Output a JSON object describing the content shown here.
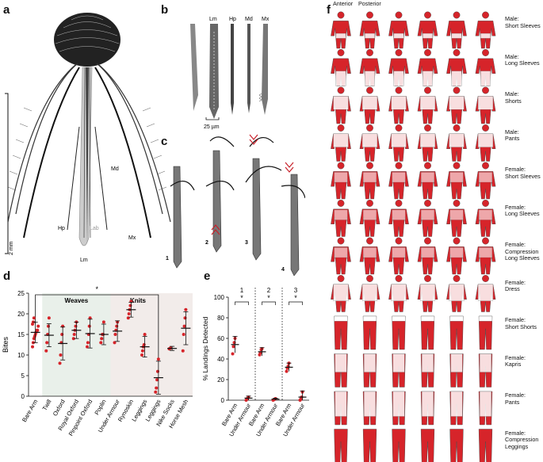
{
  "panels": {
    "a": {
      "letter": "a",
      "labels": {
        "md": "Md",
        "hp": "Hp",
        "lab": "Lab",
        "lm": "Lm",
        "mx": "Mx",
        "scale": "2 mm"
      }
    },
    "b": {
      "letter": "b",
      "labels": [
        "Lm",
        "Hp",
        "Md",
        "Mx"
      ],
      "scale": "25 µm"
    },
    "c": {
      "letter": "c",
      "steps": [
        "1",
        "2",
        "3",
        "4"
      ]
    },
    "d": {
      "letter": "d"
    },
    "e": {
      "letter": "e"
    },
    "f": {
      "letter": "f",
      "header_anterior": "Anterior",
      "header_posterior": "Posterior",
      "rows": [
        "Male:\nShort Sleeves",
        "Male:\nLong Sleeves",
        "Male:\nShorts",
        "Male:\nPants",
        "Female:\nShort Sleeves",
        "Female:\nLong Sleeves",
        "Female:\nCompression\nLong Sleeves",
        "Female:\nDress",
        "Female:\nShort Shorts",
        "Female:\nKapris",
        "Female:\nPants",
        "Female:\nCompression\nLeggings"
      ]
    }
  },
  "chart_data": [
    {
      "type": "scatter",
      "panel": "d",
      "ylabel": "Bites",
      "ylim": [
        0,
        25
      ],
      "yticks": [
        0,
        5,
        10,
        15,
        20,
        25
      ],
      "group_labels": {
        "weaves": "Weaves",
        "knits": "Knits"
      },
      "significance": "*",
      "categories": [
        "Bare Arm",
        "Twill",
        "Oxford",
        "Royal Oxford",
        "Pinpoint Oxford",
        "Poplin",
        "Under Armour",
        "Rynoskin",
        "Leggings",
        "Leggings",
        "Nike Socks",
        "Horse Mesh"
      ],
      "means": [
        15.5,
        14.8,
        12.8,
        16.0,
        15.2,
        15.0,
        15.8,
        21.0,
        12.0,
        4.5,
        11.6,
        16.5
      ],
      "sd": [
        2.5,
        2.8,
        4.0,
        2.0,
        3.5,
        2.5,
        2.5,
        1.8,
        2.5,
        4.0,
        0.5,
        4.0
      ],
      "points": [
        [
          12,
          13,
          14,
          14.5,
          15,
          15.5,
          16,
          16,
          17,
          17.5,
          18,
          19
        ],
        [
          11,
          13,
          15,
          17,
          19
        ],
        [
          8,
          10,
          13,
          15,
          17
        ],
        [
          14,
          15,
          16,
          17,
          18
        ],
        [
          12,
          13,
          15,
          17,
          19
        ],
        [
          13,
          14,
          15,
          15,
          18
        ],
        [
          13,
          15,
          16,
          17,
          18
        ],
        [
          19,
          20,
          21,
          22,
          23
        ],
        [
          10,
          11,
          12,
          12.5,
          15
        ],
        [
          1,
          2,
          4,
          6,
          9
        ],
        [
          11.5,
          11.6,
          11.7
        ],
        [
          11,
          15,
          17,
          19,
          21
        ]
      ]
    },
    {
      "type": "scatter",
      "panel": "e",
      "ylabel": "% Landings Detected",
      "ylim": [
        0,
        100
      ],
      "yticks": [
        0,
        20,
        40,
        60,
        80,
        100
      ],
      "groups": [
        "1",
        "2",
        "3"
      ],
      "categories": [
        "Bare Arm",
        "Under Armour",
        "Bare Arm",
        "Under Armour",
        "Bare Arm",
        "Under Armour"
      ],
      "significance": "*",
      "means": [
        54,
        2,
        47,
        1,
        32,
        3
      ],
      "sd": [
        8,
        2,
        4,
        1,
        4,
        6
      ],
      "points": [
        [
          45,
          52,
          56,
          60
        ],
        [
          0,
          1,
          2,
          3
        ],
        [
          44,
          46,
          49,
          50
        ],
        [
          0,
          0.5,
          1,
          1.5
        ],
        [
          28,
          31,
          33,
          36
        ],
        [
          0,
          1,
          3,
          8
        ]
      ]
    }
  ]
}
